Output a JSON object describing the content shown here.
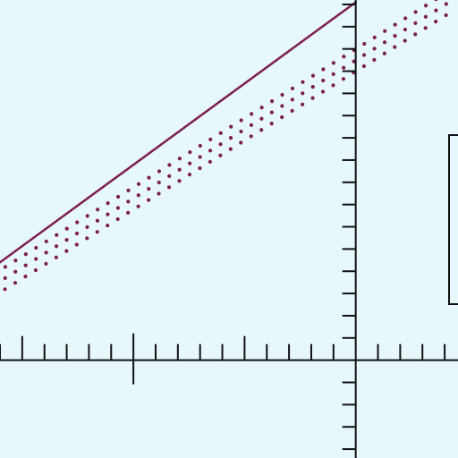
{
  "colors": {
    "background": "#e6f8fc",
    "axis": "#111111",
    "series": "#7d1f4e",
    "legend_border": "#111111"
  },
  "chart_data": {
    "type": "line",
    "title": "",
    "xlabel": "",
    "ylabel": "",
    "xlim": [
      -16,
      4.6
    ],
    "ylim": [
      -4.4,
      16.2
    ],
    "x_minor_tick_step": 1,
    "x_major_tick_step": 10,
    "y_minor_tick_step": 1,
    "grid": false,
    "legend": {
      "placement": "right",
      "entries": []
    },
    "series": [
      {
        "style": "solid",
        "width": 2.5,
        "x": [
          -16,
          0
        ],
        "y": [
          4.4,
          16.1
        ]
      },
      {
        "style": "dotted",
        "width": 4.2,
        "rows": 3,
        "x": [
          -16,
          4.2
        ],
        "y": [
          3.55,
          16.1
        ]
      }
    ]
  }
}
